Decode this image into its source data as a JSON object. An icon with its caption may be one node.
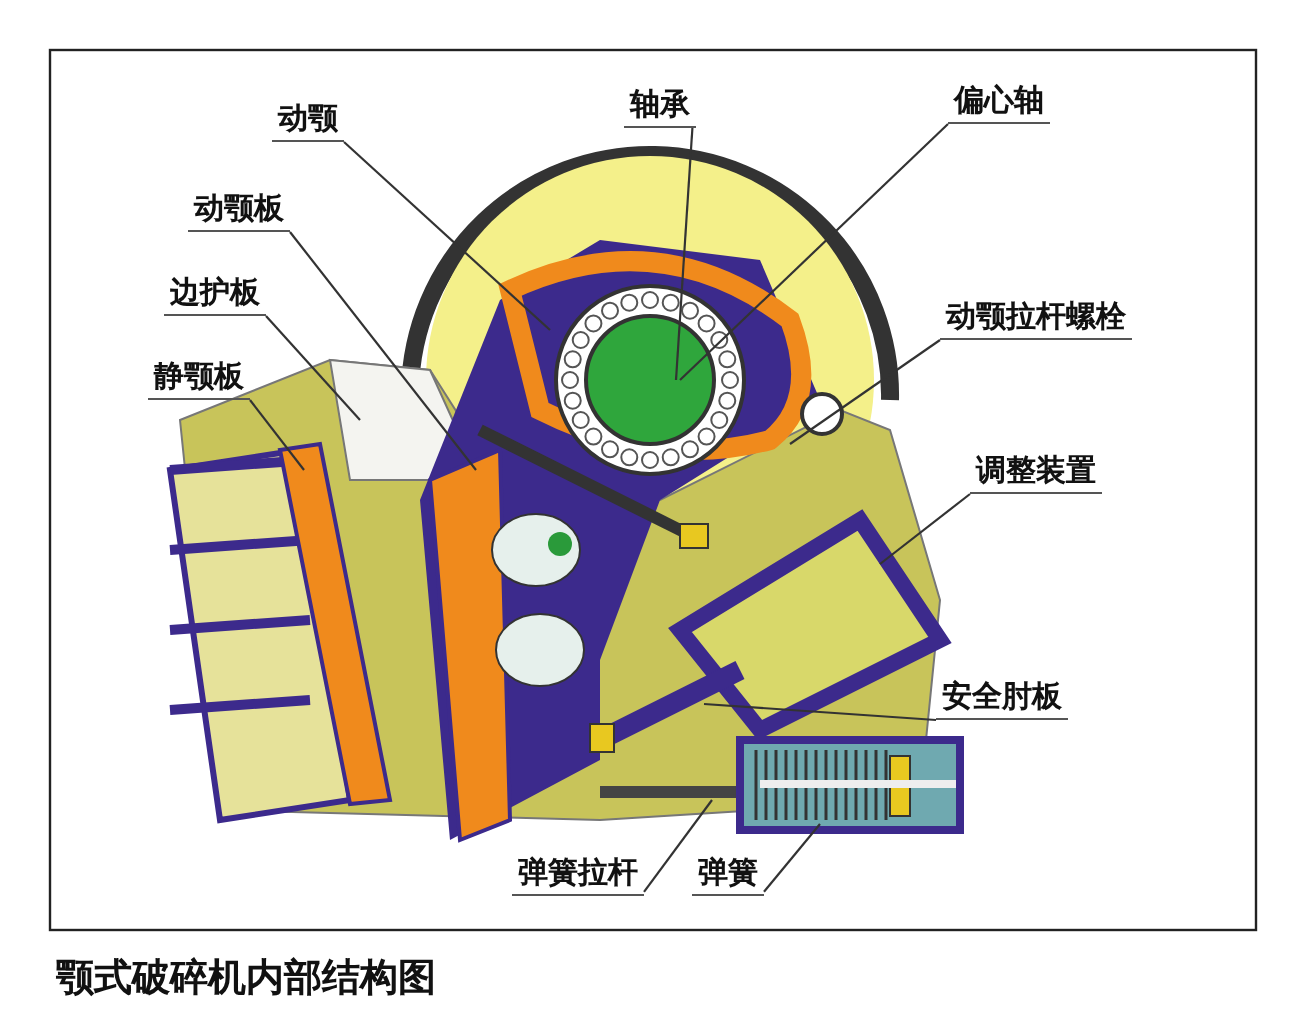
{
  "diagram": {
    "caption": "颚式破碎机内部结构图",
    "nodes": [
      {
        "text": [
          "动颚"
        ]
      },
      {
        "text": [
          "轴承"
        ]
      },
      {
        "text": [
          "偏心轴"
        ]
      },
      {
        "text": [
          "动颚板"
        ]
      },
      {
        "text": [
          "边护板"
        ]
      },
      {
        "text": [
          "静颚板"
        ]
      },
      {
        "text": [
          "动颚拉杆螺栓"
        ]
      },
      {
        "text": [
          "调整装置"
        ]
      },
      {
        "text": [
          "安全肘板"
        ]
      },
      {
        "text": [
          "弹簧拉杆"
        ]
      },
      {
        "text": [
          "弹簧"
        ]
      }
    ],
    "edges": [
      {
        "from": 0,
        "to": null,
        "arrow": "none"
      },
      {
        "from": 1,
        "to": null,
        "arrow": "none"
      },
      {
        "from": 2,
        "to": null,
        "arrow": "none"
      },
      {
        "from": 3,
        "to": null,
        "arrow": "none"
      },
      {
        "from": 4,
        "to": null,
        "arrow": "none"
      },
      {
        "from": 5,
        "to": null,
        "arrow": "none"
      },
      {
        "from": 6,
        "to": null,
        "arrow": "none"
      },
      {
        "from": 7,
        "to": null,
        "arrow": "none"
      },
      {
        "from": 8,
        "to": null,
        "arrow": "none"
      },
      {
        "from": 9,
        "to": null,
        "arrow": "none"
      },
      {
        "from": 10,
        "to": null,
        "arrow": "none"
      }
    ]
  }
}
